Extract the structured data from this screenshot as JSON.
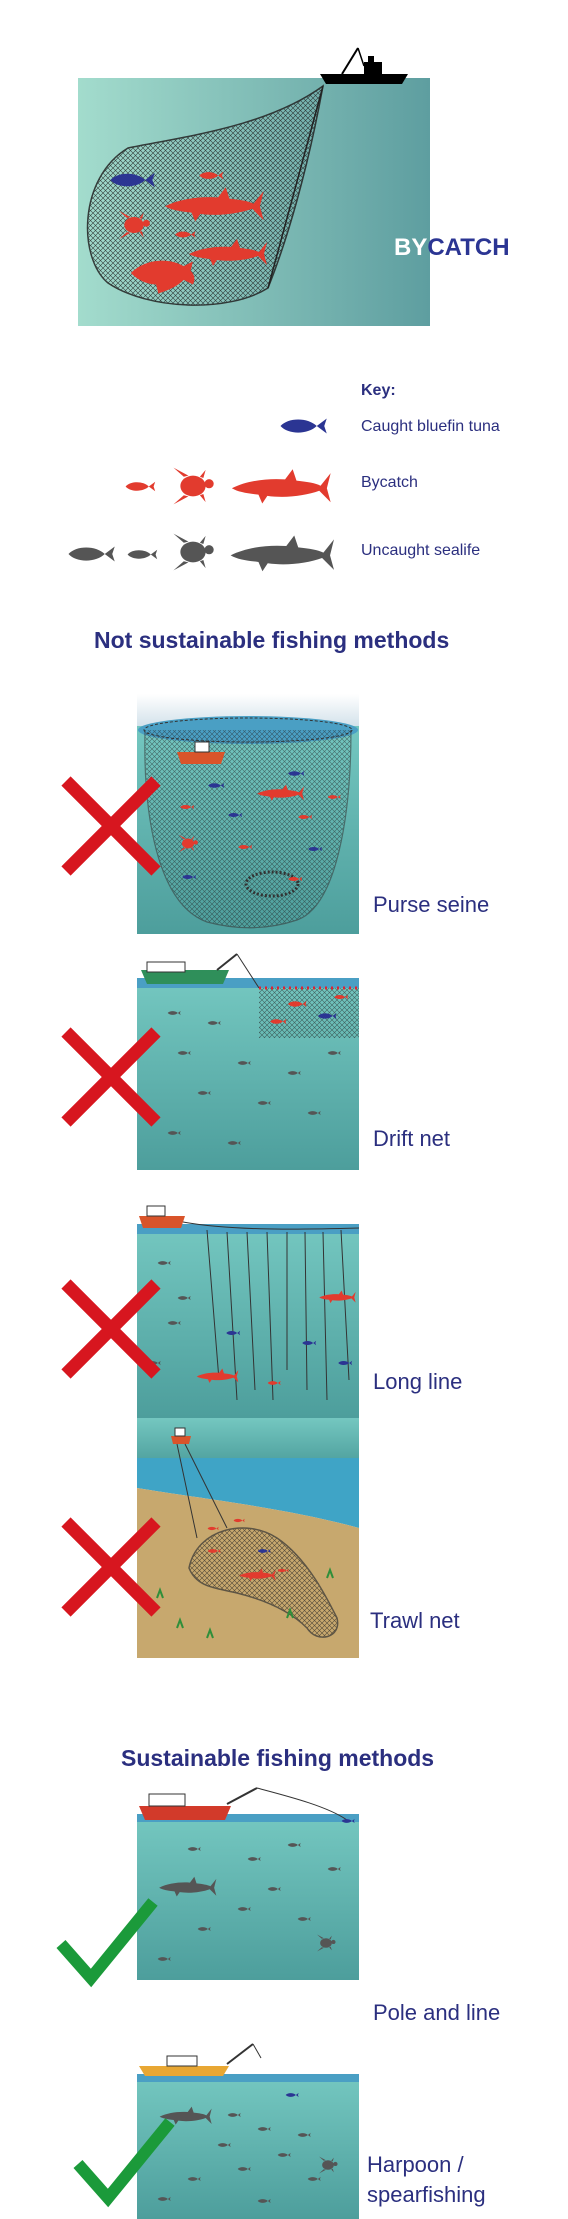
{
  "bycatch_label_a": "BY",
  "bycatch_label_b": "CATCH",
  "key": {
    "title": "Key:",
    "caught": "Caught bluefin tuna",
    "bycatch": "Bycatch",
    "uncaught": "Uncaught sealife"
  },
  "sections": {
    "not_sustainable": "Not sustainable fishing methods",
    "sustainable": "Sustainable fishing methods"
  },
  "methods": {
    "purse_seine": "Purse seine",
    "drift_net": "Drift net",
    "long_line": "Long line",
    "trawl_net": "Trawl net",
    "pole_and_line": "Pole and line",
    "harpoon_line1": "Harpoon /",
    "harpoon_line2": "spearfishing"
  },
  "colors": {
    "caught": "#2b3593",
    "bycatch": "#e23b2e",
    "uncaught": "#555555",
    "cross": "#d7161f",
    "check": "#1b9a3a",
    "heading": "#2b2f7f"
  }
}
